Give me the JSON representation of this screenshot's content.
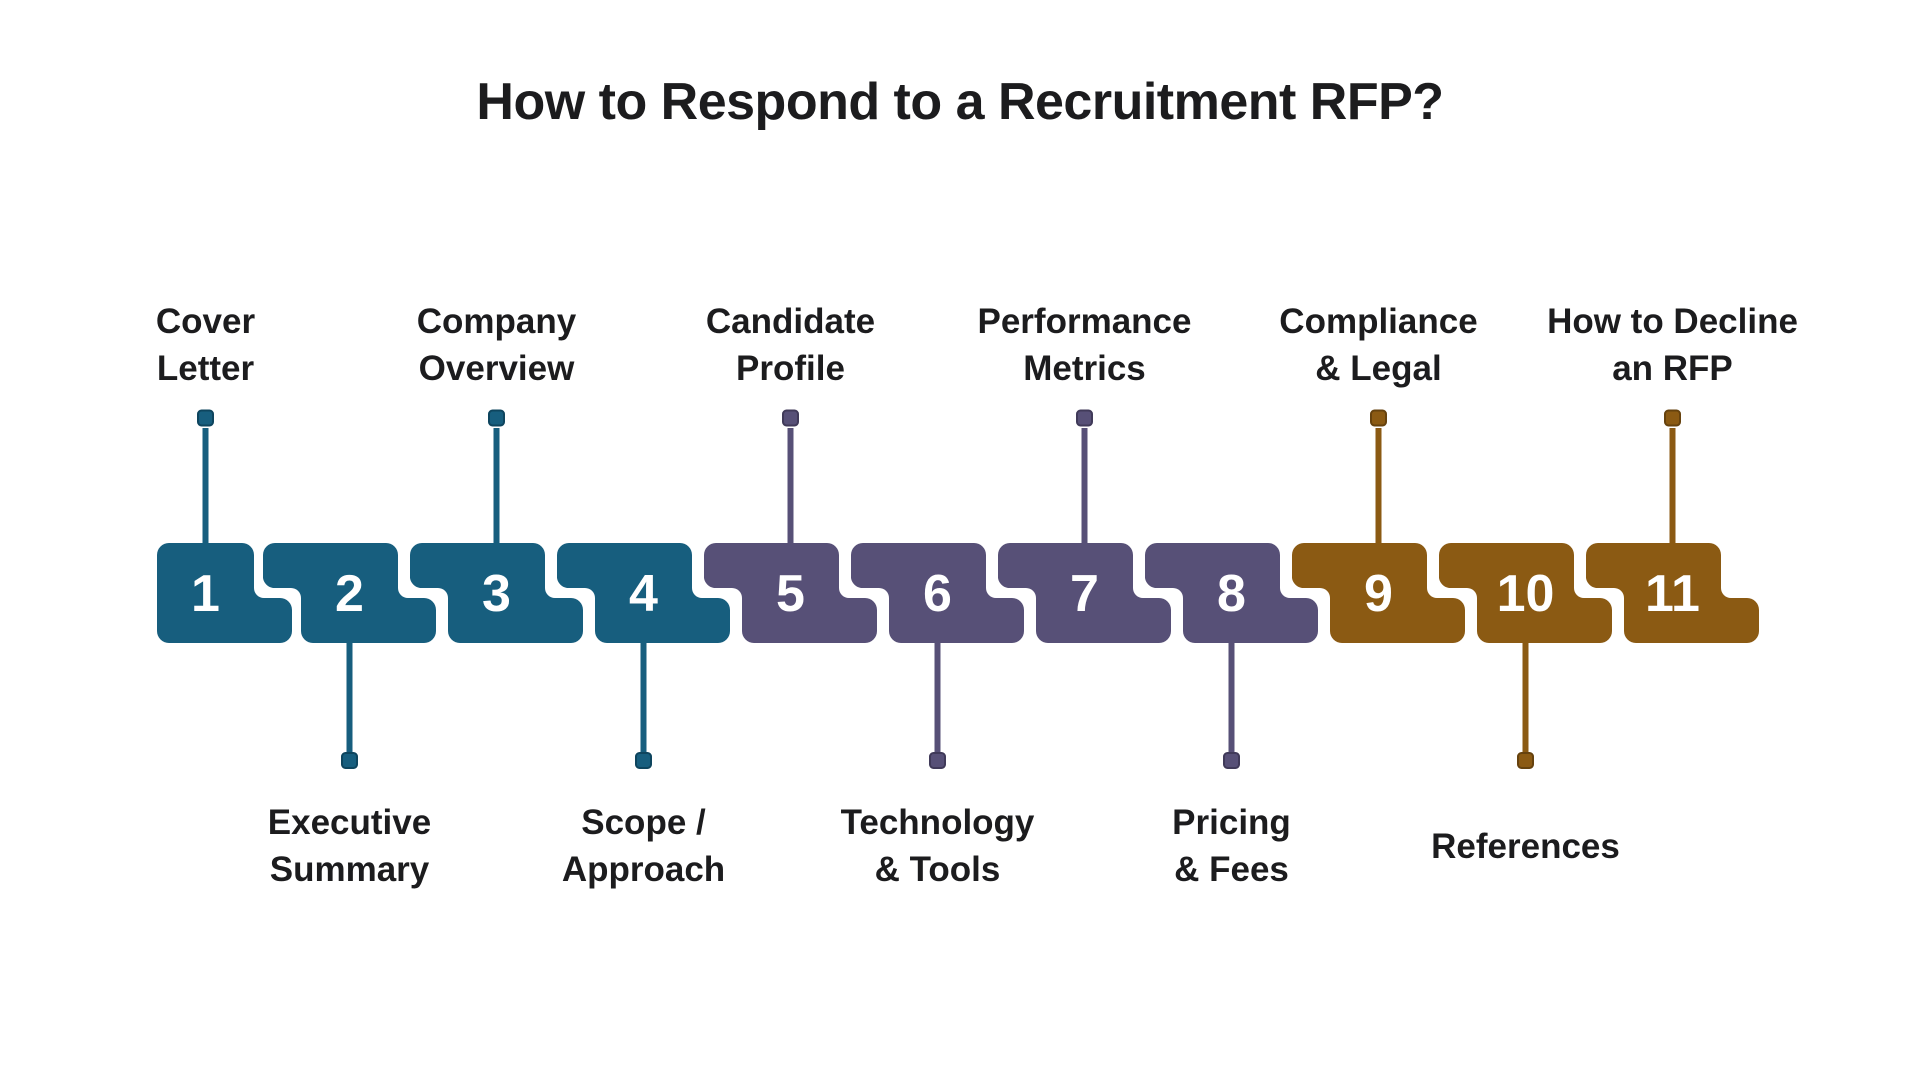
{
  "title": "How to Respond to a Recruitment RFP?",
  "colors": {
    "teal": "#175E7E",
    "teal_dark": "#0E455E",
    "purple": "#575077",
    "purple_dark": "#403A59",
    "brown": "#8B5A13",
    "brown_dark": "#66420E",
    "text": "#1C1C1E",
    "number_text": "#FFFFFF",
    "background": "#FFFFFF"
  },
  "steps": [
    {
      "number": "1",
      "label": "Cover Letter",
      "label_lines": [
        "Cover",
        "Letter"
      ],
      "position": "above",
      "color_group": "teal"
    },
    {
      "number": "2",
      "label": "Executive Summary",
      "label_lines": [
        "Executive",
        "Summary"
      ],
      "position": "below",
      "color_group": "teal"
    },
    {
      "number": "3",
      "label": "Company Overview",
      "label_lines": [
        "Company",
        "Overview"
      ],
      "position": "above",
      "color_group": "teal"
    },
    {
      "number": "4",
      "label": "Scope / Approach",
      "label_lines": [
        "Scope /",
        "Approach"
      ],
      "position": "below",
      "color_group": "teal"
    },
    {
      "number": "5",
      "label": "Candidate Profile",
      "label_lines": [
        "Candidate",
        "Profile"
      ],
      "position": "above",
      "color_group": "purple"
    },
    {
      "number": "6",
      "label": "Technology & Tools",
      "label_lines": [
        "Technology",
        "& Tools"
      ],
      "position": "below",
      "color_group": "purple"
    },
    {
      "number": "7",
      "label": "Performance Metrics",
      "label_lines": [
        "Performance",
        "Metrics"
      ],
      "position": "above",
      "color_group": "purple"
    },
    {
      "number": "8",
      "label": "Pricing & Fees",
      "label_lines": [
        "Pricing",
        "& Fees"
      ],
      "position": "below",
      "color_group": "purple"
    },
    {
      "number": "9",
      "label": "Compliance & Legal",
      "label_lines": [
        "Compliance",
        "& Legal"
      ],
      "position": "above",
      "color_group": "brown"
    },
    {
      "number": "10",
      "label": "References",
      "label_lines": [
        "References"
      ],
      "position": "below",
      "color_group": "brown"
    },
    {
      "number": "11",
      "label": "How to Decline an RFP",
      "label_lines": [
        "How to Decline",
        "an RFP"
      ],
      "position": "above",
      "color_group": "brown"
    }
  ]
}
